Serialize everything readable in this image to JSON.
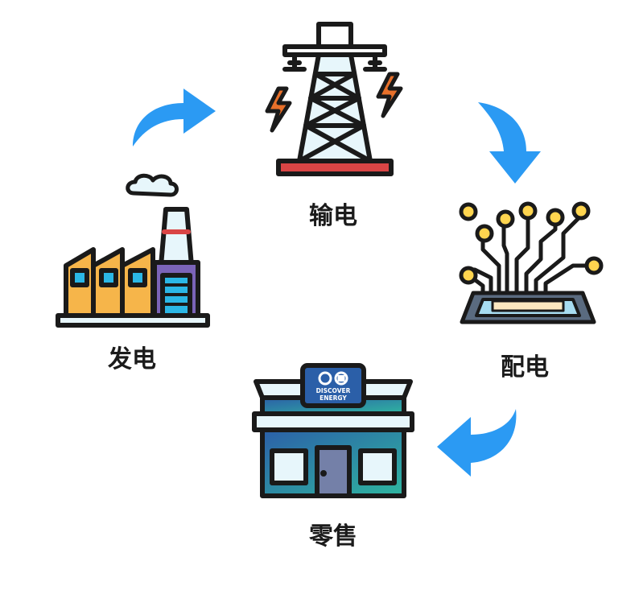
{
  "stages": {
    "generation": {
      "label": "发电",
      "icon": "factory-icon"
    },
    "transmission": {
      "label": "输电",
      "icon": "power-tower-icon"
    },
    "distribution": {
      "label": "配电",
      "icon": "circuit-chip-icon"
    },
    "retail": {
      "label": "零售",
      "icon": "store-icon"
    }
  },
  "store_sign": {
    "line1": "DISCOVER",
    "line2": "ENERGY"
  },
  "colors": {
    "arrow": "#2b9af3",
    "outline": "#1a1a1a",
    "factory_wall": "#f6b54a",
    "bolt": "#e8702a",
    "tower_base": "#d94545",
    "store_gradient_start": "#2b5fa8",
    "store_gradient_end": "#2fb5a0"
  }
}
